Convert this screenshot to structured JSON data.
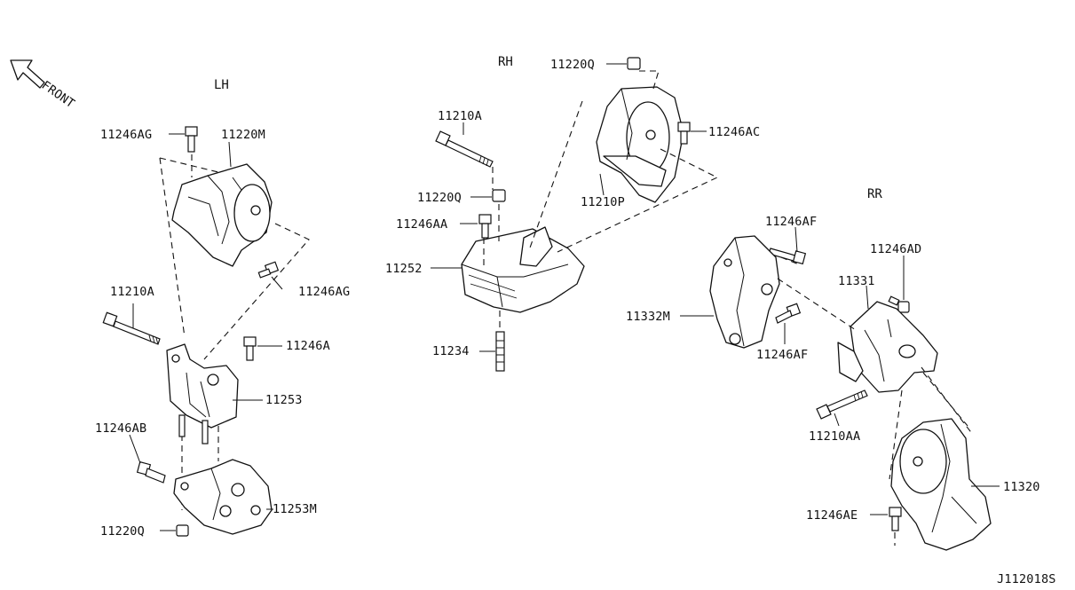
{
  "diagram": {
    "front_label": "FRONT",
    "sections": {
      "lh": "LH",
      "rh": "RH",
      "rr": "RR"
    },
    "code": "J112018S",
    "labels": {
      "p11246AG_top": "11246AG",
      "p11220M": "11220M",
      "p11246AG_side": "11246AG",
      "p11210A_lh": "11210A",
      "p11246A": "11246A",
      "p11253": "11253",
      "p11246AB": "11246AB",
      "p11253M": "11253M",
      "p11220Q_lh": "11220Q",
      "p11220Q_rh_top": "11220Q",
      "p11210A_rh": "11210A",
      "p11246AC": "11246AC",
      "p11220Q_rh": "11220Q",
      "p11210P": "11210P",
      "p11246AA": "11246AA",
      "p11252": "11252",
      "p11234": "11234",
      "p11246AF_top": "11246AF",
      "p11246AD": "11246AD",
      "p11331": "11331",
      "p11332M": "11332M",
      "p11246AF_mid": "11246AF",
      "p11210AA": "11210AA",
      "p11320": "11320",
      "p11246AE": "11246AE"
    }
  }
}
